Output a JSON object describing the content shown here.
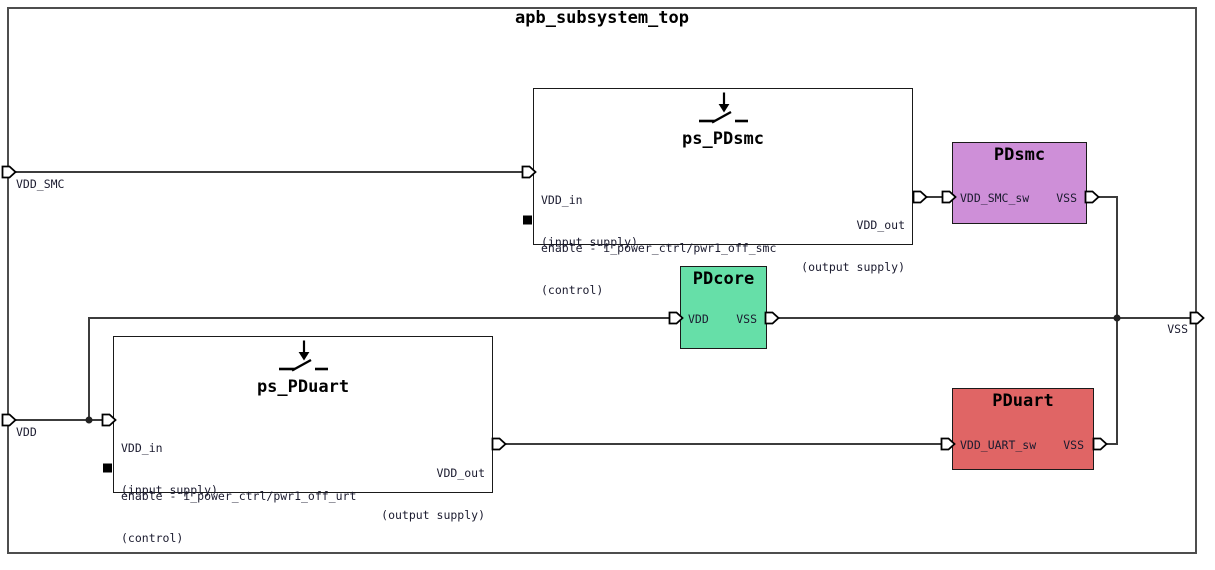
{
  "title": "apb_subsystem_top",
  "colors": {
    "pdsmc": "#ce8fd8",
    "pdcore": "#66dfa8",
    "pduart": "#e06565",
    "wire": "#3c3c3c"
  },
  "icons": {
    "switch": "power-switch-icon"
  },
  "boundary_ports": {
    "vdd_smc": "VDD_SMC",
    "vdd": "VDD",
    "vss": "VSS"
  },
  "switch_blocks": {
    "ps_pdsmc": {
      "title": "ps_PDsmc",
      "vdd_in": "VDD_in",
      "vdd_in_sub": "(input supply)",
      "enable": "enable - i_power_ctrl/pwr1_off_smc",
      "enable_sub": "(control)",
      "vdd_out": "VDD_out",
      "vdd_out_sub": "(output supply)"
    },
    "ps_pduart": {
      "title": "ps_PDuart",
      "vdd_in": "VDD_in",
      "vdd_in_sub": "(input supply)",
      "enable": "enable - i_power_ctrl/pwr1_off_urt",
      "enable_sub": "(control)",
      "vdd_out": "VDD_out",
      "vdd_out_sub": "(output supply)"
    }
  },
  "power_domains": {
    "pdsmc": {
      "title": "PDsmc",
      "left_pin": "VDD_SMC_sw",
      "right_pin": "VSS"
    },
    "pdcore": {
      "title": "PDcore",
      "left_pin": "VDD",
      "right_pin": "VSS"
    },
    "pduart": {
      "title": "PDuart",
      "left_pin": "VDD_UART_sw",
      "right_pin": "VSS"
    }
  }
}
